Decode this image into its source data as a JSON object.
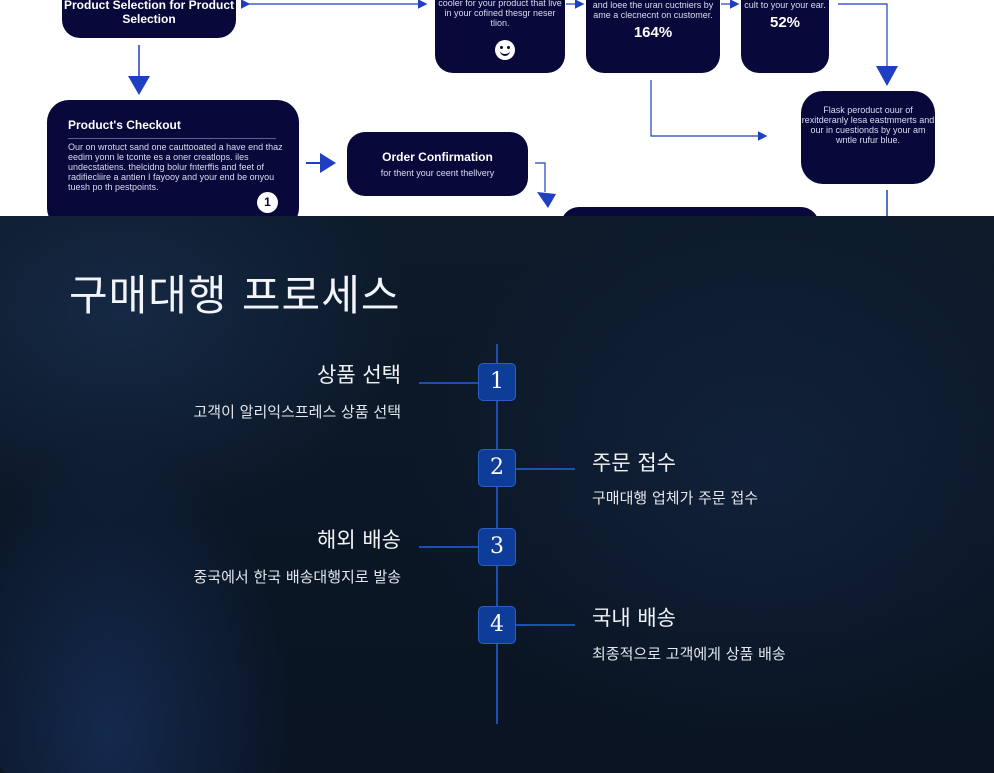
{
  "flowchart": {
    "select_title": "Product Selection for Product Selection",
    "cool_text": "cooler for your product that live in your cofined thesgr neser tlion.",
    "love_text": "and loee the uran cuctniers by ame a clecnecnt on customer.",
    "love_value": "164%",
    "fifty_text": "cult to your your ear.",
    "fifty_value": "52%",
    "checkout_title": "Product's Checkout",
    "checkout_text": "Our on wrotuct sand one cauttooated a have end thaz eedim yonn le tconte es a oner creatlops. iles undecstatiens. thelcidng bolur fnterffis and feet of radifiecliire a antien I fayooy and your end be onyou tuesh po th pestpoints.",
    "checkout_badge": "1",
    "confirm_title": "Order Confirmation",
    "confirm_text": "for thent your ceent thellvery",
    "flask_text": "Flask peroduct ouur of rexitderanly lesa eastmmerts and our in cuestionds by your am wntle rufur blue."
  },
  "slide": {
    "title": "구매대행 프로세스",
    "steps": [
      {
        "number": "1",
        "title": "상품 선택",
        "description": "고객이 알리익스프레스 상품 선택"
      },
      {
        "number": "2",
        "title": "주문 접수",
        "description": "구매대행 업체가 주문 접수"
      },
      {
        "number": "3",
        "title": "해외 배송",
        "description": "중국에서 한국 배송대행지로 발송"
      },
      {
        "number": "4",
        "title": "국내 배송",
        "description": "최종적으로 고객에게 상품 배송"
      }
    ]
  },
  "colors": {
    "slide_background": "#0b1420",
    "accent_blue": "#1c4fb0",
    "step_box": "#0d3d99",
    "flow_node": "#08083a"
  }
}
